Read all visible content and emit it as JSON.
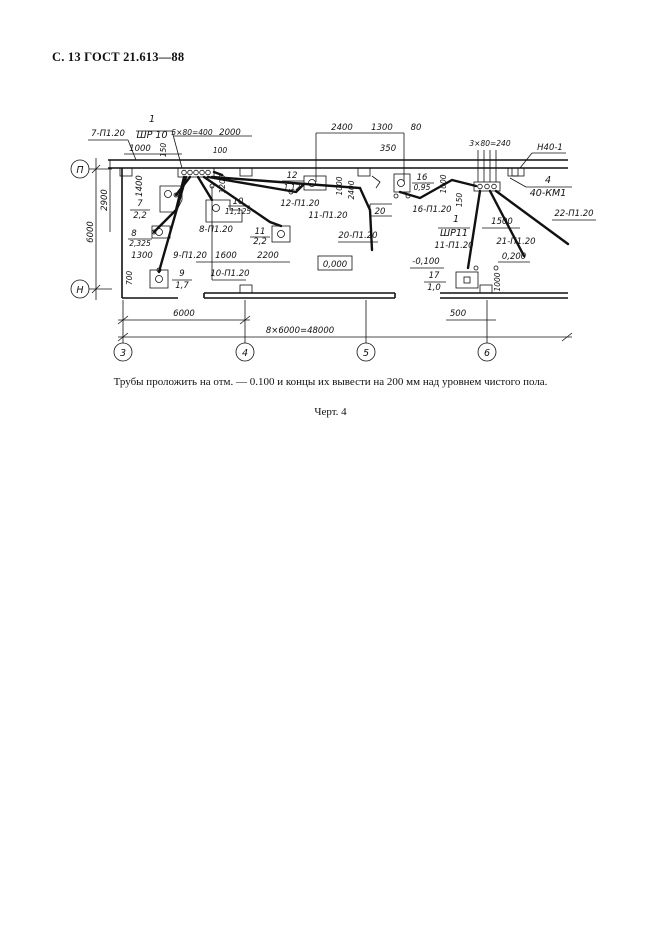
{
  "header": "С. 13 ГОСТ 21.613—88",
  "note": "Трубы проложить на отм. — 0.100 и концы их вывести на 200 мм над уровнем чистого пола.",
  "caption": "Черт. 4",
  "axes": {
    "rows": [
      "П",
      "Н"
    ],
    "columns": [
      "3",
      "4",
      "5",
      "6"
    ]
  },
  "dimensions": {
    "d_1000a": "1000",
    "d_5x80": "5×80=400",
    "d_2000": "2000",
    "d_2400": "2400",
    "d_1300": "1300",
    "d_80": "80",
    "d_3x80": "3×80=240",
    "d_150a": "150",
    "d_100": "100",
    "d_350": "350",
    "d_1400": "1400",
    "d_1200": "1200",
    "d_1000b": "1000",
    "d_2400v": "2400",
    "d_1000c": "1000",
    "d_150b": "150",
    "d_2900": "2900",
    "d_6000v": "6000",
    "d_1600": "1600",
    "d_2200": "2200",
    "d_1300b": "1300",
    "d_700": "700",
    "d_1500": "1500",
    "d_1000d": "1000",
    "d_500": "500",
    "d_6000h": "6000",
    "d_total": "8×6000=48000"
  },
  "labels": {
    "n1a": "1",
    "shr10": "ШР 10",
    "p7": "7-П1.20",
    "n7": "7",
    "v7": "2,2",
    "n8": "8",
    "v8": "2,325",
    "p9": "9-П1.20",
    "n9": "9",
    "v9": "1,7",
    "n10": "10",
    "v10": "11,125",
    "p8": "8-П1.20",
    "p10": "10-П1.20",
    "n11": "11",
    "v11": "2,2",
    "n12": "12",
    "v12": "1,12",
    "p12": "12-П1.20",
    "p11": "11-П1.20",
    "mark0": "0,000",
    "n20": "20",
    "p20": "20-П1.20",
    "n16": "16",
    "v16": "0,95",
    "p16": "16-П1.20",
    "n1b": "1",
    "shr11": "ШР11",
    "p11b": "11-П1.20",
    "m0100": "-0,100",
    "n17": "17",
    "v17": "1,0",
    "p21": "21-П1.20",
    "m0200": "0,200",
    "n4": "4",
    "km1": "40-КМ1",
    "n40": "Н40-1",
    "p22": "22-П1.20"
  }
}
